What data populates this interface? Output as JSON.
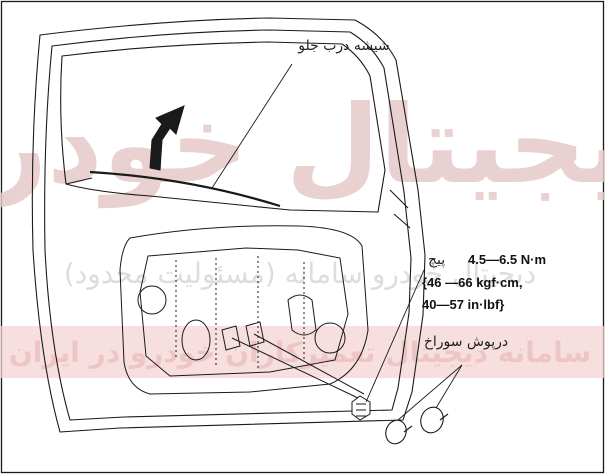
{
  "labels": {
    "front_glass": "شیشه درب جلو",
    "bolt": "پیچ",
    "torque_nm": "4.5—6.5 N·m",
    "torque_kgf": "{46 —66 kgf·cm,",
    "torque_inlbf": "40—57 in·lbf}",
    "hole_plug": "درپوش سوراخ"
  },
  "watermark": {
    "main": "دیجیتال خودرو",
    "line1": "دیجیتال خودرو سامانه (مسئولیت محدود)",
    "line2": "سامانه دیجیتال تعمیرکاران خودرو در ایران"
  },
  "colors": {
    "stroke": "#1a1a1a",
    "watermark_red": "#e7c9c9",
    "watermark_band": "#f4d4d4"
  }
}
